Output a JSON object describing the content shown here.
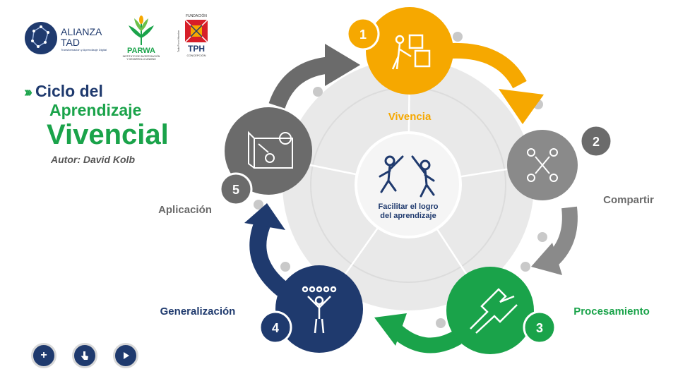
{
  "logos": {
    "alianza": {
      "line1": "ALIANZA",
      "line2": "TAD",
      "tagline": "Transformación y Aprendizaje Digital"
    },
    "parwa": {
      "name": "PARWA",
      "line1": "INSTITUTO DE INVESTIGACIÓN",
      "line2": "Y DESARROLLO ANDINO"
    },
    "fundacion": {
      "top": "FUNDACIÓN",
      "side": "Todo Por el Hombre",
      "name": "TPH",
      "bottom": "CONCEPCIÓN"
    }
  },
  "title": {
    "line1": "Ciclo del",
    "line2": "Aprendizaje",
    "line3": "Vivencial",
    "author": "Autor: David Kolb"
  },
  "center": {
    "label": "Facilitar el logro del aprendizaje"
  },
  "stages": [
    {
      "number": "1",
      "label": "Vivencia",
      "color": "#f6a800",
      "icon": "puzzle-person-icon"
    },
    {
      "number": "2",
      "label": "Compartir",
      "color": "#777777",
      "icon": "people-sharing-icon"
    },
    {
      "number": "3",
      "label": "Procesamiento",
      "color": "#1aa34a",
      "icon": "puzzle-pieces-icon"
    },
    {
      "number": "4",
      "label": "Generalización",
      "color": "#1f3a6e",
      "icon": "person-arms-up-icon"
    },
    {
      "number": "5",
      "label": "Aplicación",
      "color": "#6b6b6b",
      "icon": "blueprint-idea-icon"
    }
  ],
  "colors": {
    "gray_label": "#6b6b6b",
    "navy": "#1f3a6e",
    "green": "#1aa34a",
    "orange": "#f6a800"
  },
  "controls": [
    {
      "icon": "plus-icon"
    },
    {
      "icon": "hand-pointer-icon"
    },
    {
      "icon": "play-icon"
    }
  ]
}
